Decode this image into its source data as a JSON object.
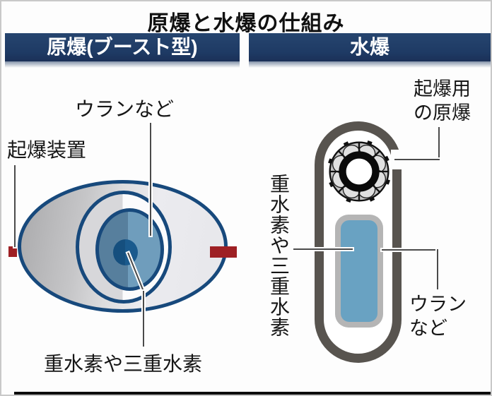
{
  "title": "原爆と水爆の仕組み",
  "panels": {
    "left": {
      "header": "原爆(ブースト型)",
      "labels": {
        "uranium": "ウランなど",
        "detonator": "起爆装置",
        "fuel": "重水素や三重水素"
      }
    },
    "right": {
      "header": "水爆",
      "labels": {
        "trigger_line1": "起爆用",
        "trigger_line2": "の原爆",
        "fuel_vertical": "重水素や三重水素",
        "uranium_line1": "ウラン",
        "uranium_line2": "など"
      }
    }
  },
  "colors": {
    "navy": "#17497c",
    "hdr": "#1e3a64",
    "blueL": "#577f9d",
    "blueR": "#6f9dbc",
    "core": "#1a5a8d",
    "red": "#9e2024",
    "wall": "#58544f",
    "fuel": "#69a2c2",
    "line": "#4a4a4a"
  }
}
